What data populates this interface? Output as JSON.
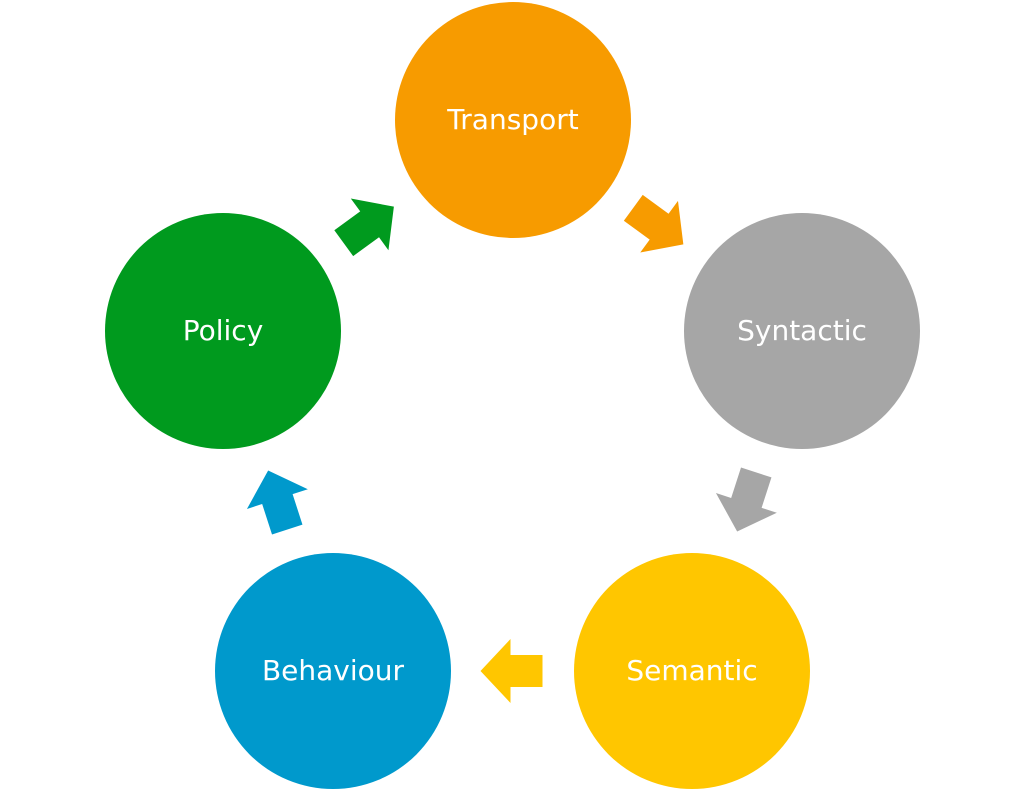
{
  "diagram": {
    "type": "cycle",
    "nodes": [
      {
        "id": "transport",
        "label": "Transport",
        "color": "#F79B00",
        "icon": "circle"
      },
      {
        "id": "syntactic",
        "label": "Syntactic",
        "color": "#A6A6A6",
        "icon": "circle"
      },
      {
        "id": "semantic",
        "label": "Semantic",
        "color": "#FFC600",
        "icon": "circle"
      },
      {
        "id": "behaviour",
        "label": "Behaviour",
        "color": "#0099CC",
        "icon": "circle"
      },
      {
        "id": "policy",
        "label": "Policy",
        "color": "#009A1E",
        "icon": "circle"
      }
    ],
    "edges": [
      {
        "from": "transport",
        "to": "syntactic",
        "color": "#F79B00",
        "icon": "arrow-icon"
      },
      {
        "from": "syntactic",
        "to": "semantic",
        "color": "#A6A6A6",
        "icon": "arrow-icon"
      },
      {
        "from": "semantic",
        "to": "behaviour",
        "color": "#FFC600",
        "icon": "arrow-icon"
      },
      {
        "from": "behaviour",
        "to": "policy",
        "color": "#0099CC",
        "icon": "arrow-icon"
      },
      {
        "from": "policy",
        "to": "transport",
        "color": "#009A1E",
        "icon": "arrow-icon"
      }
    ]
  }
}
